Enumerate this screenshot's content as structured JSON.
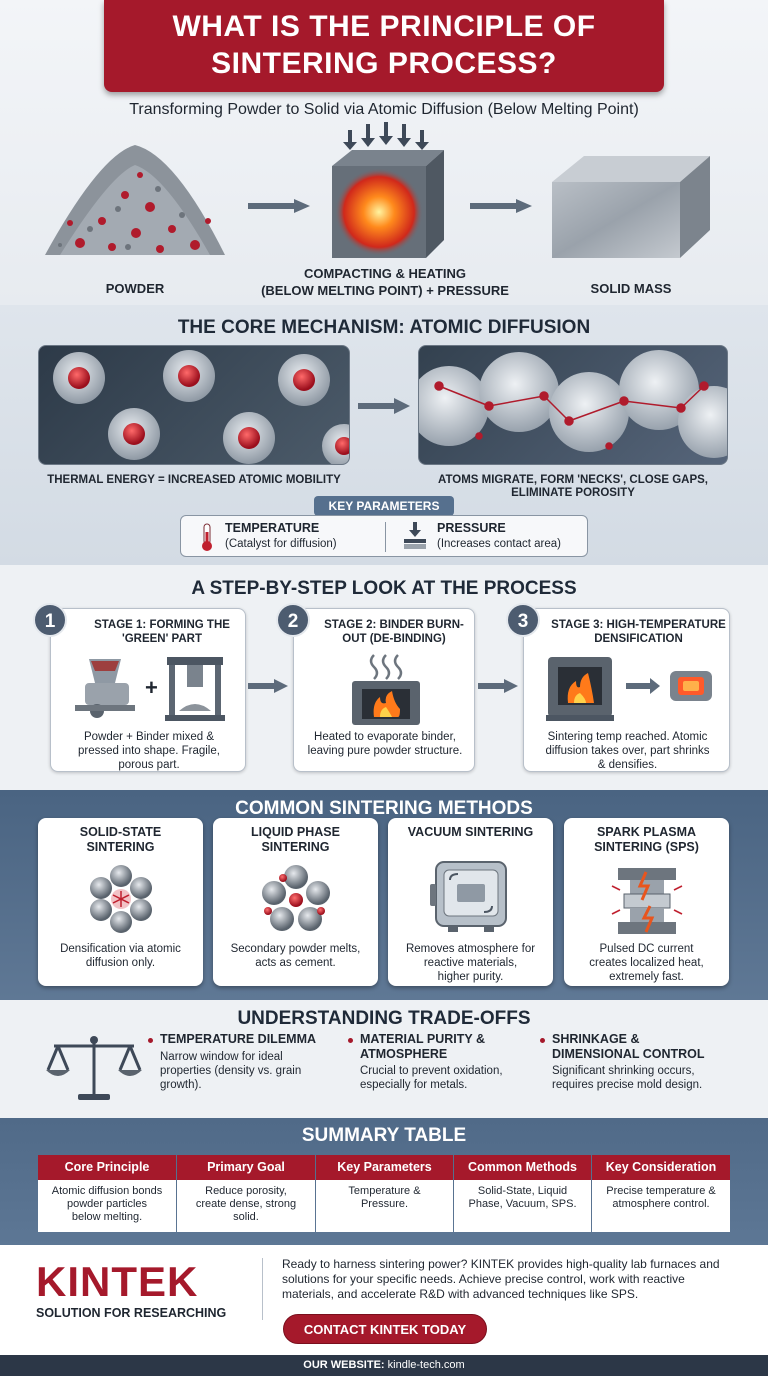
{
  "title": {
    "line1": "WHAT IS THE PRINCIPLE OF",
    "line2": "SINTERING PROCESS?",
    "subtitle": "Transforming Powder to Solid via Atomic Diffusion (Below Melting Point)"
  },
  "process": {
    "powder_label": "POWDER",
    "compacting_label_1": "COMPACTING & HEATING",
    "compacting_label_2": "(BELOW MELTING POINT) + PRESSURE",
    "solid_label": "SOLID MASS"
  },
  "mechanism": {
    "heading": "THE CORE MECHANISM: ATOMIC DIFFUSION",
    "left_caption": "THERMAL ENERGY = INCREASED ATOMIC MOBILITY",
    "right_caption_1": "ATOMS MIGRATE, FORM 'NECKS', CLOSE GAPS,",
    "right_caption_2": "ELIMINATE POROSITY"
  },
  "key_parameters": {
    "tag": "KEY PARAMETERS",
    "temperature": {
      "head": "TEMPERATURE",
      "sub": "(Catalyst for diffusion)"
    },
    "pressure": {
      "head": "PRESSURE",
      "sub": "(Increases contact area)"
    }
  },
  "stages": {
    "heading": "A STEP-BY-STEP LOOK AT THE PROCESS",
    "items": [
      {
        "num": "1",
        "title_1": "STAGE 1: FORMING THE",
        "title_2": "'GREEN' PART",
        "desc_1": "Powder + Binder mixed &",
        "desc_2": "pressed into shape. Fragile,",
        "desc_3": "porous part."
      },
      {
        "num": "2",
        "title_1": "STAGE 2: BINDER BURN-",
        "title_2": "OUT (DE-BINDING)",
        "desc_1": "Heated to evaporate binder,",
        "desc_2": "leaving pure powder structure.",
        "desc_3": ""
      },
      {
        "num": "3",
        "title_1": "STAGE 3: HIGH-TEMPERATURE",
        "title_2": "DENSIFICATION",
        "desc_1": "Sintering temp reached. Atomic",
        "desc_2": "diffusion takes over, part shrinks",
        "desc_3": "& densifies."
      }
    ]
  },
  "methods": {
    "heading": "COMMON SINTERING METHODS",
    "items": [
      {
        "title_1": "SOLID-STATE",
        "title_2": "SINTERING",
        "desc_1": "Densification via atomic",
        "desc_2": "diffusion only."
      },
      {
        "title_1": "LIQUID PHASE",
        "title_2": "SINTERING",
        "desc_1": "Secondary powder melts,",
        "desc_2": "acts as cement."
      },
      {
        "title_1": "VACUUM SINTERING",
        "title_2": "",
        "desc_1": "Removes atmosphere for",
        "desc_2": "reactive materials,",
        "desc_3": "higher purity."
      },
      {
        "title_1": "SPARK PLASMA",
        "title_2": "SINTERING (SPS)",
        "desc_1": "Pulsed DC current",
        "desc_2": "creates localized heat,",
        "desc_3": "extremely fast."
      }
    ]
  },
  "tradeoffs": {
    "heading": "UNDERSTANDING TRADE-OFFS",
    "items": [
      {
        "head_1": "TEMPERATURE DILEMMA",
        "head_2": "",
        "text_1": "Narrow window for ideal",
        "text_2": "properties (density vs. grain",
        "text_3": "growth)."
      },
      {
        "head_1": "MATERIAL PURITY &",
        "head_2": "ATMOSPHERE",
        "text_1": "Crucial to prevent oxidation,",
        "text_2": "especially for metals.",
        "text_3": ""
      },
      {
        "head_1": "SHRINKAGE &",
        "head_2": "DIMENSIONAL CONTROL",
        "text_1": "Significant shrinking occurs,",
        "text_2": "requires precise mold design.",
        "text_3": ""
      }
    ]
  },
  "summary": {
    "heading": "SUMMARY TABLE",
    "columns": [
      "Core Principle",
      "Primary Goal",
      "Key Parameters",
      "Common Methods",
      "Key Consideration"
    ],
    "cells": [
      [
        "Atomic diffusion bonds",
        "powder particles",
        "below melting."
      ],
      [
        "Reduce porosity,",
        "create dense, strong",
        "solid."
      ],
      [
        "Temperature &",
        "Pressure.",
        ""
      ],
      [
        "Solid-State, Liquid",
        "Phase, Vacuum, SPS.",
        ""
      ],
      [
        "Precise temperature &",
        "atmosphere control.",
        ""
      ]
    ]
  },
  "footer": {
    "logo": "KINTEK",
    "tagline": "SOLUTION FOR RESEARCHING",
    "text_1": "Ready to harness sintering power? KINTEK provides high-quality lab furnaces and",
    "text_2": "solutions for your specific needs. Achieve precise control, work with reactive",
    "text_3": "materials, and accelerate R&D with advanced techniques like SPS.",
    "cta": "CONTACT KINTEK TODAY",
    "website_label": "OUR WEBSITE:",
    "website": "kindle-tech.com"
  },
  "colors": {
    "brand_red": "#a5192b",
    "navy": "#4a6482",
    "dark": "#1f2630"
  }
}
